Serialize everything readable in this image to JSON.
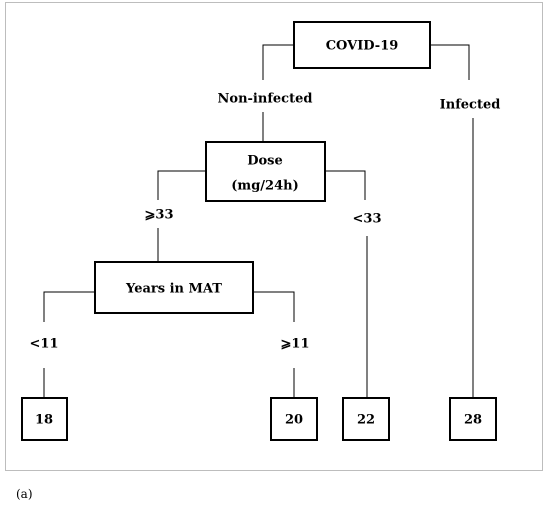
{
  "caption": "(a)",
  "tree": {
    "root": "COVID-19",
    "dose_line1": "Dose",
    "dose_line2": "(mg/24h)",
    "years": "Years in MAT",
    "leaves": [
      "18",
      "20",
      "22",
      "28"
    ]
  },
  "branches": {
    "non_infected": "Non-infected",
    "infected": "Infected",
    "dose_high": "⩾33",
    "dose_low": "<33",
    "years_low": "<11",
    "years_high": "⩾11"
  }
}
